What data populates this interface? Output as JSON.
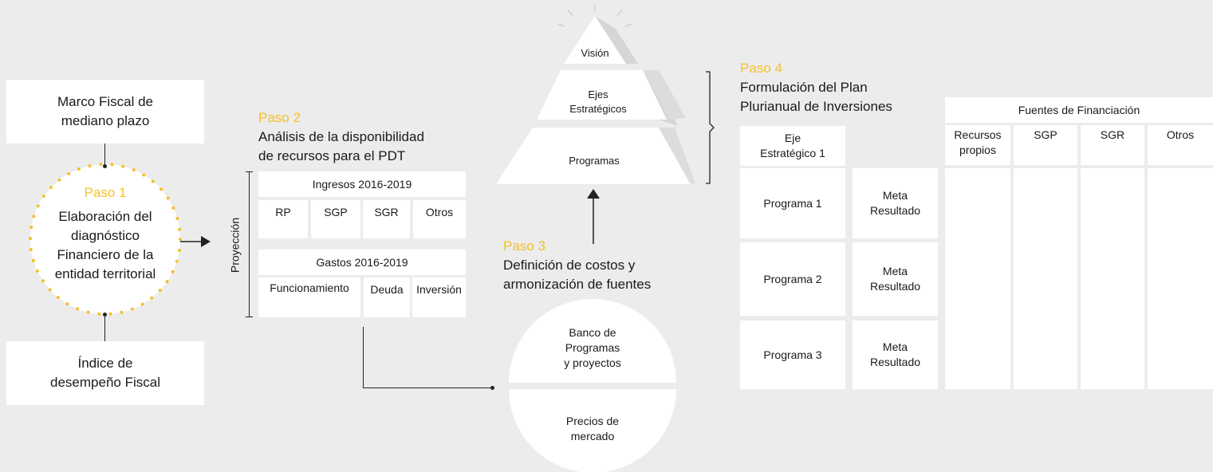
{
  "step1": {
    "marco_fiscal": "Marco Fiscal de\nmediano plazo",
    "paso": "Paso 1",
    "title": "Elaboración del\ndiagnóstico\nFinanciero de la\nentidad territorial",
    "indice": "Índice de\ndesempeño Fiscal"
  },
  "step2": {
    "paso": "Paso 2",
    "title": "Análisis de la disponibilidad\nde recursos para el PDT",
    "proyeccion": "Proyección",
    "ingresos": {
      "header": "Ingresos 2016-2019",
      "cols": [
        "RP",
        "SGP",
        "SGR",
        "Otros"
      ]
    },
    "gastos": {
      "header": "Gastos 2016-2019",
      "cols": [
        "Funcionamiento",
        "Deuda",
        "Inversión"
      ]
    }
  },
  "pyramid": {
    "levels": [
      "Visión",
      "Ejes\nEstratégicos",
      "Programas"
    ]
  },
  "step3": {
    "paso": "Paso 3",
    "title": "Definición de costos y\narmonización de fuentes",
    "circle_top": "Banco de\nProgramas\ny proyectos",
    "circle_bottom": "Precios de\nmercado"
  },
  "step4": {
    "paso": "Paso 4",
    "title": "Formulación del Plan\nPlurianual de Inversiones",
    "eje": "Eje\nEstratégico 1",
    "fuentes_header": "Fuentes de Financiación",
    "fuentes_cols": [
      "Recursos\npropios",
      "SGP",
      "SGR",
      "Otros"
    ],
    "programas": [
      {
        "name": "Programa 1",
        "meta": "Meta\nResultado"
      },
      {
        "name": "Programa 2",
        "meta": "Meta\nResultado"
      },
      {
        "name": "Programa 3",
        "meta": "Meta\nResultado"
      }
    ]
  },
  "colors": {
    "accent_yellow": "#f5c02e",
    "background": "#ececec",
    "box": "#ffffff",
    "line": "#222222"
  }
}
